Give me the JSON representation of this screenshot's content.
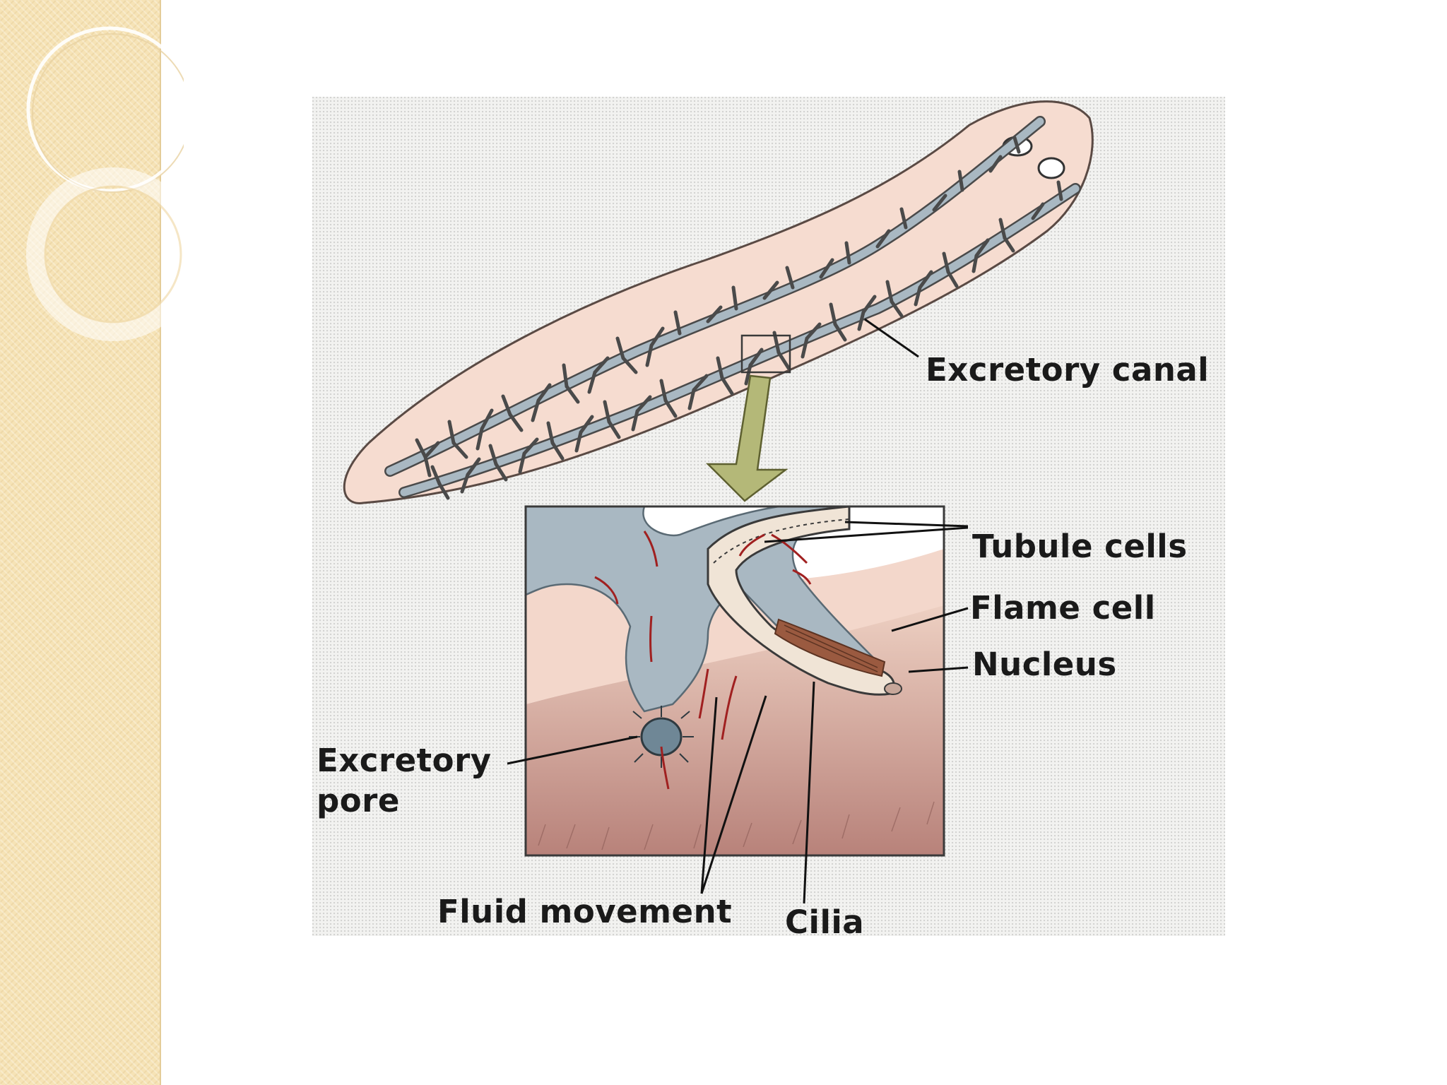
{
  "diagram": {
    "labels": {
      "excretory_canal": "Excretory canal",
      "tubule_cells": "Tubule cells",
      "flame_cell": "Flame cell",
      "nucleus": "Nucleus",
      "excretory_pore_line1": "Excretory",
      "excretory_pore_line2": "pore",
      "fluid_movement": "Fluid movement",
      "cilia": "Cilia"
    },
    "colors": {
      "body_fill": "#f6dcd0",
      "canal_fill": "#a9b8c2",
      "flow_arrow": "#a02020",
      "zoom_arrow": "#b4b878",
      "side_panel": "#f6e3b6"
    }
  }
}
